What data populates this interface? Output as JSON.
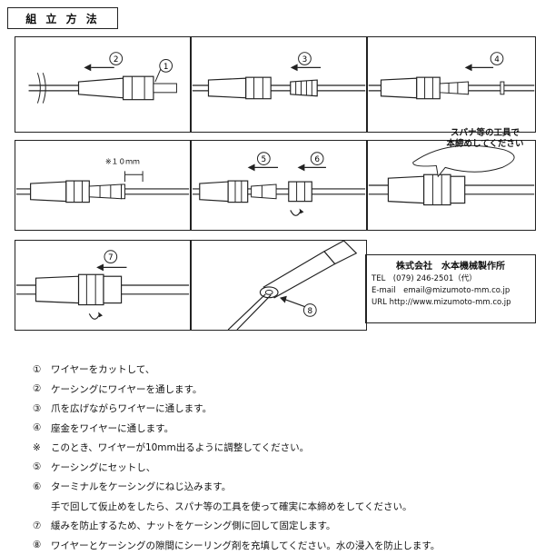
{
  "title": "組 立 方 法",
  "diagram": {
    "labels": {
      "n1": "1",
      "n2": "2",
      "n3": "3",
      "n4": "4",
      "n5": "5",
      "n6": "6",
      "n7": "7",
      "n8": "8",
      "dim": "※１０ｍｍ"
    },
    "callout": "スパナ等の工具で\n本締めしてください"
  },
  "company": {
    "name": "株式会社　水本機械製作所",
    "tel": "TEL　(079) 246-2501（代）",
    "email": "E-mail　email@mizumoto-mm.co.jp",
    "url": "URL  http://www.mizumoto-mm.co.jp"
  },
  "steps": [
    {
      "num": "①",
      "text": "ワイヤーをカットして、"
    },
    {
      "num": "②",
      "text": "ケーシングにワイヤーを通します。"
    },
    {
      "num": "③",
      "text": "爪を広げながらワイヤーに通します。"
    },
    {
      "num": "④",
      "text": "座金をワイヤーに通します。"
    },
    {
      "num": "※",
      "text": "このとき、ワイヤーが10mm出るように調整してください。"
    },
    {
      "num": "⑤",
      "text": "ケーシングにセットし、"
    },
    {
      "num": "⑥",
      "text": "ターミナルをケーシングにねじ込みます。"
    },
    {
      "num": "",
      "text": "手で回して仮止めをしたら、スパナ等の工具を使って確実に本締めをしてください。"
    },
    {
      "num": "⑦",
      "text": "緩みを防止するため、ナットをケーシング側に回して固定します。"
    },
    {
      "num": "⑧",
      "text": "ワイヤーとケーシングの隙間にシーリング剤を充填してください。水の浸入を防止します。"
    }
  ]
}
